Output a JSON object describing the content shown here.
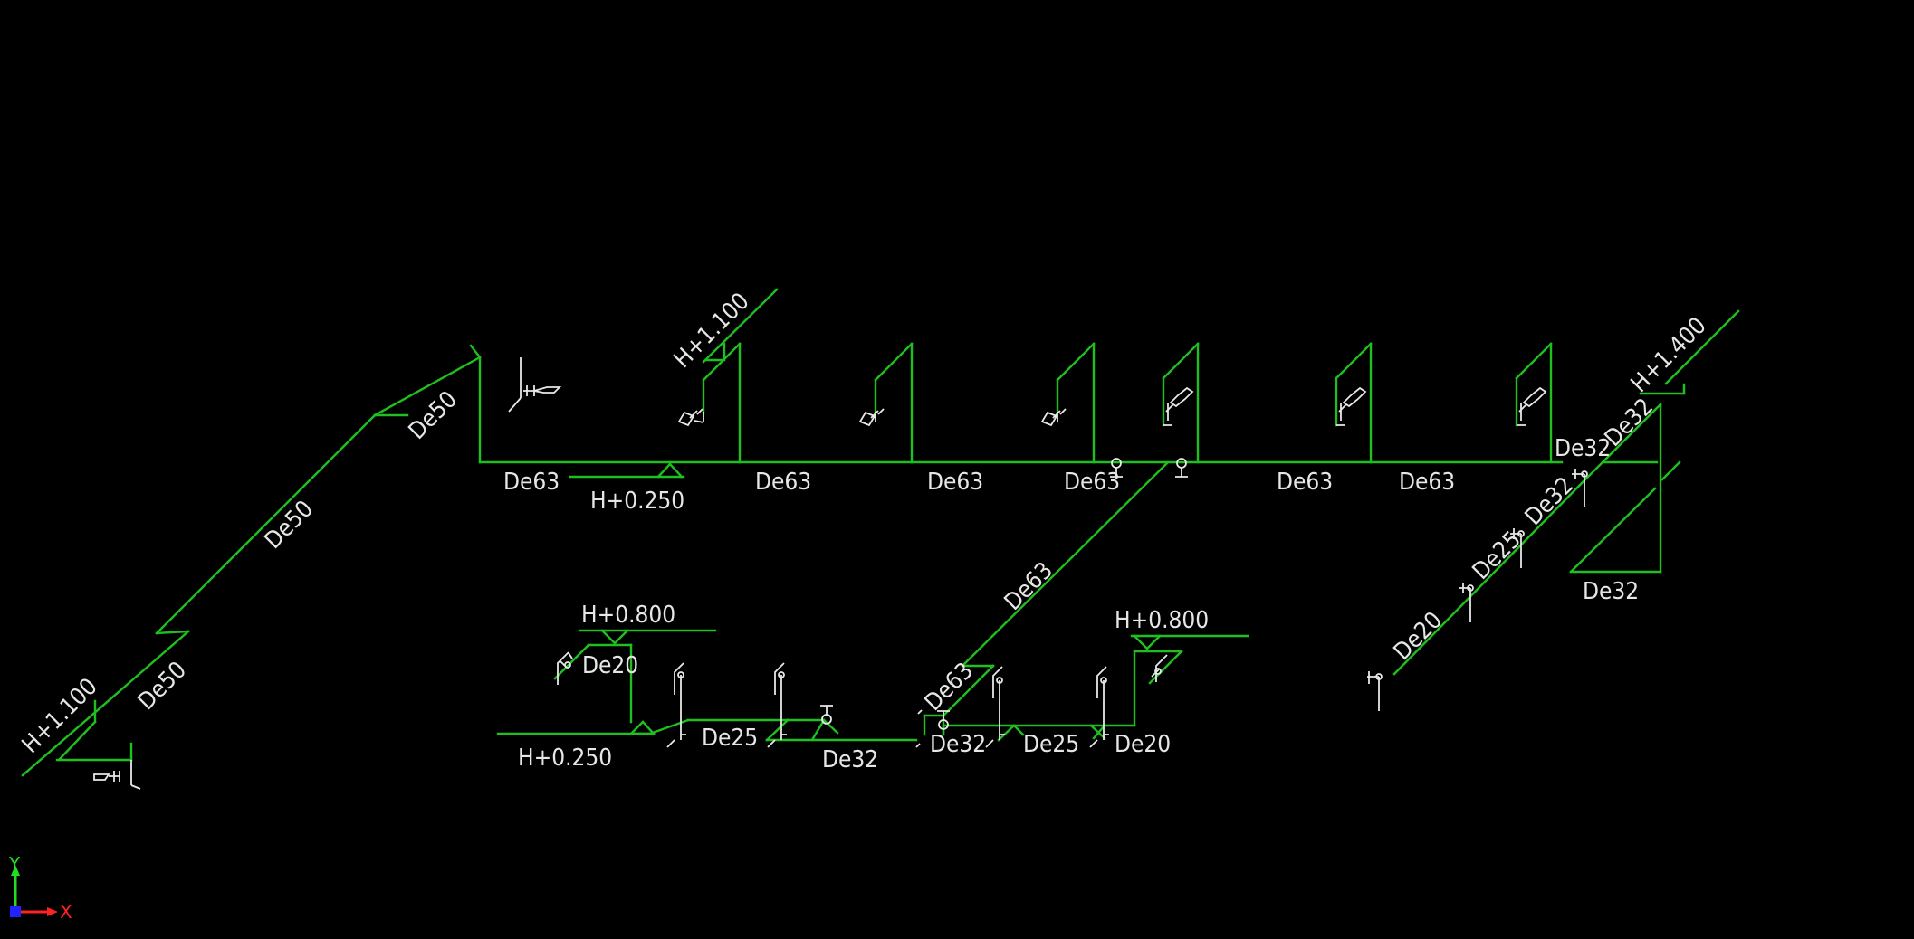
{
  "labels": {
    "de50_top": "De50",
    "de50_mid": "De50",
    "de50_low": "De50",
    "h1100_left": "H+1.100",
    "h1100_top": "H+1.100",
    "h1400": "H+1.400",
    "h0250_top": "H+0.250",
    "h0250_bottom": "H+0.250",
    "h0800_left": "H+0.800",
    "h0800_right": "H+0.800",
    "de63_1": "De63",
    "de63_2": "De63",
    "de63_3": "De63",
    "de63_4": "De63",
    "de63_5": "De63",
    "de63_6": "De63",
    "de63_diag": "De63",
    "de63_low": "De63",
    "de32_r1": "De32",
    "de32_r2": "De32",
    "de32_r3": "De32",
    "de32_r4": "De32",
    "de32_b1": "De32",
    "de32_b2": "De32",
    "de25_r": "De25",
    "de25_b1": "De25",
    "de25_b2": "De25",
    "de20_r": "De20",
    "de20_b1": "De20",
    "de20_b2": "De20"
  },
  "axis": {
    "x": "X",
    "y": "Y"
  },
  "colors": {
    "background": "#000000",
    "pipe": "#1fbf1f",
    "text": "#e6e6e6",
    "fixture": "#e8e8e8"
  }
}
